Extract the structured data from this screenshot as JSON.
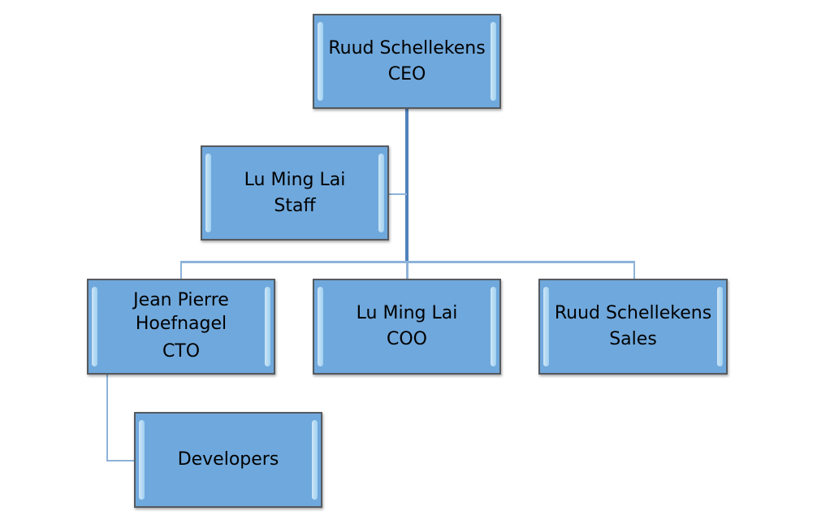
{
  "diagram": {
    "type": "org-chart",
    "colors": {
      "box_fill": "#6fa8dc",
      "box_border": "#555a5f",
      "connector": "#8db3d9",
      "connector_main": "#4f81bd"
    },
    "nodes": {
      "ceo": {
        "name": "Ruud Schellekens",
        "role": "CEO"
      },
      "staff": {
        "name": "Lu Ming Lai",
        "role": "Staff"
      },
      "cto": {
        "name": "Jean Pierre Hoefnagel",
        "role": "CTO"
      },
      "coo": {
        "name": "Lu Ming Lai",
        "role": "COO"
      },
      "sales": {
        "name": "Ruud Schellekens",
        "role": "Sales"
      },
      "developers": {
        "name": "Developers",
        "role": ""
      }
    },
    "edges": [
      {
        "from": "ceo",
        "to": "staff",
        "kind": "assistant"
      },
      {
        "from": "ceo",
        "to": "cto"
      },
      {
        "from": "ceo",
        "to": "coo"
      },
      {
        "from": "ceo",
        "to": "sales"
      },
      {
        "from": "cto",
        "to": "developers"
      }
    ]
  }
}
